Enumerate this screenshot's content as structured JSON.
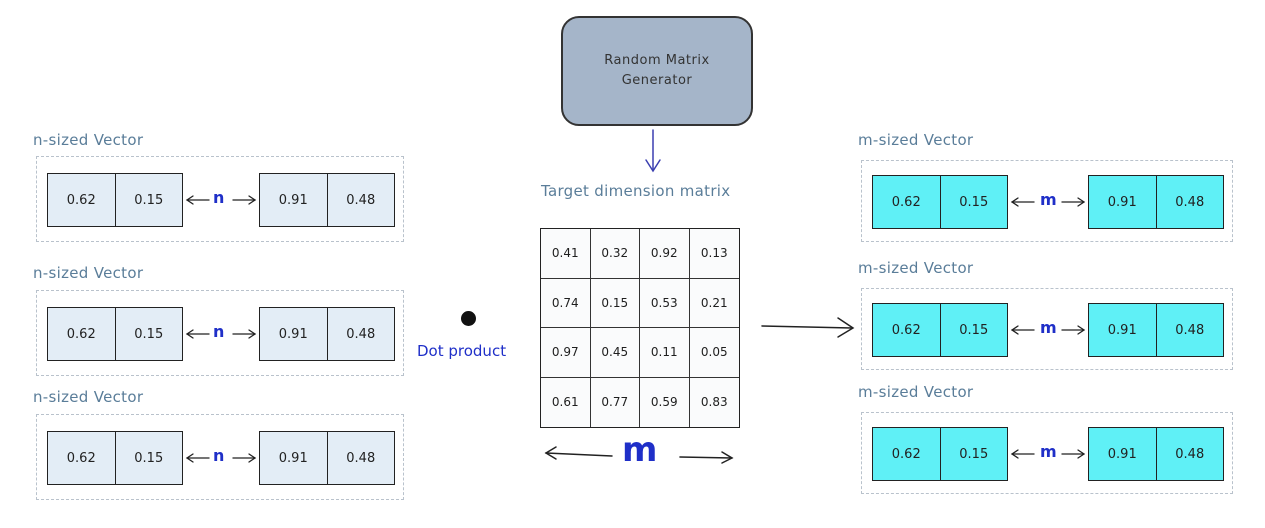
{
  "generator": {
    "label": "Random Matrix\nGenerator"
  },
  "matrix_caption": "Target dimension matrix",
  "matrix": [
    [
      "0.41",
      "0.32",
      "0.92",
      "0.13"
    ],
    [
      "0.74",
      "0.15",
      "0.53",
      "0.21"
    ],
    [
      "0.97",
      "0.45",
      "0.11",
      "0.05"
    ],
    [
      "0.61",
      "0.77",
      "0.59",
      "0.83"
    ]
  ],
  "operation": {
    "dot_label": "Dot product"
  },
  "matrix_width_label": "m",
  "left": {
    "caption": "n-sized Vector",
    "dim_label": "n",
    "rows": [
      {
        "a": [
          "0.62",
          "0.15"
        ],
        "b": [
          "0.91",
          "0.48"
        ]
      },
      {
        "a": [
          "0.62",
          "0.15"
        ],
        "b": [
          "0.91",
          "0.48"
        ]
      },
      {
        "a": [
          "0.62",
          "0.15"
        ],
        "b": [
          "0.91",
          "0.48"
        ]
      }
    ]
  },
  "right": {
    "caption": "m-sized Vector",
    "dim_label": "m",
    "rows": [
      {
        "a": [
          "0.62",
          "0.15"
        ],
        "b": [
          "0.91",
          "0.48"
        ]
      },
      {
        "a": [
          "0.62",
          "0.15"
        ],
        "b": [
          "0.91",
          "0.48"
        ]
      },
      {
        "a": [
          "0.62",
          "0.15"
        ],
        "b": [
          "0.91",
          "0.48"
        ]
      }
    ]
  },
  "colors": {
    "n_vector_fill": "#e3edf6",
    "m_vector_fill": "#5ff0f6",
    "accent": "#1f2fc8",
    "caption": "#5a7d99",
    "generator_fill": "#a5b5c9"
  }
}
